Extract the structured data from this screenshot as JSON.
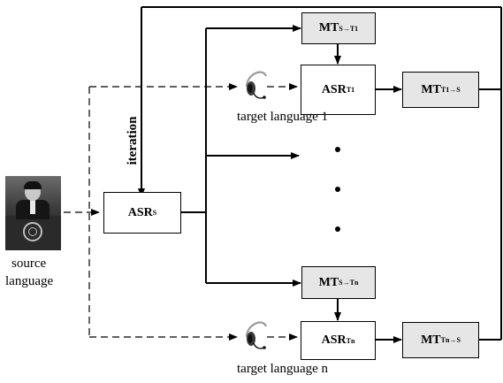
{
  "nodes": {
    "mt_s_t1": {
      "main": "MT",
      "sub": "S→T1"
    },
    "asr_t1": {
      "main": "ASR",
      "sub": "T1"
    },
    "mt_t1_s": {
      "main": "MT",
      "sub": "T1→S"
    },
    "asr_s": {
      "main": "ASR",
      "sub": "S"
    },
    "mt_s_tn": {
      "main": "MT",
      "sub": "S→Tn"
    },
    "asr_tn": {
      "main": "ASR",
      "sub": "Tn"
    },
    "mt_tn_s": {
      "main": "MT",
      "sub": "Tn→S"
    }
  },
  "labels": {
    "iteration": "iteration",
    "target_language_1": "target language 1",
    "target_language_n": "target language n",
    "source_line1": "source",
    "source_line2": "language"
  },
  "icons": {
    "headset": "headset-icon",
    "speaker_photo": "speaker-photo"
  },
  "colors": {
    "box_gray": "#e6e6e6",
    "box_white": "#ffffff",
    "line": "#000000"
  }
}
